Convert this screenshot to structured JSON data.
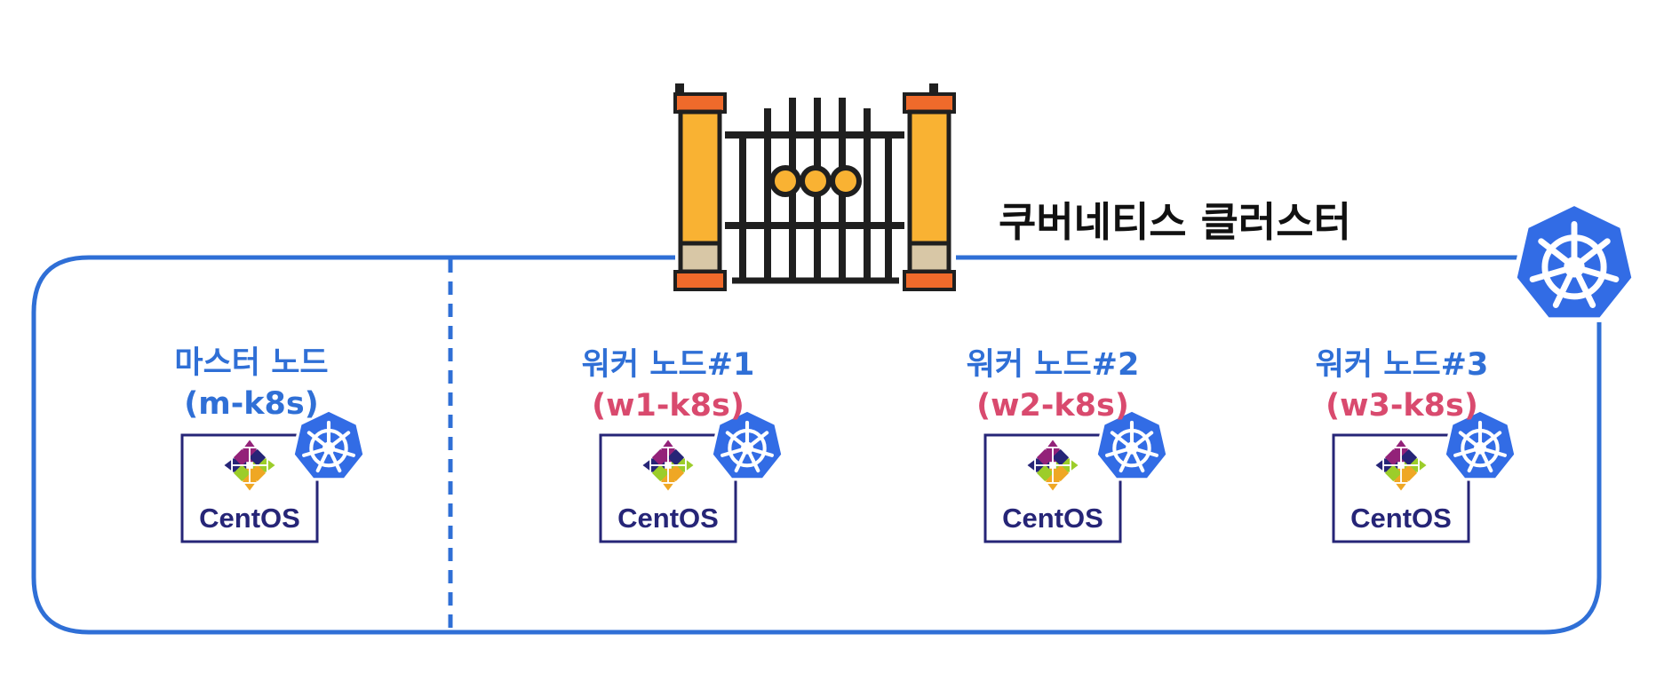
{
  "cluster": {
    "title": "쿠버네티스 클러스터"
  },
  "nodes": [
    {
      "name": "마스터 노드",
      "host": "(m-k8s)",
      "os_logo_text": "CentOS",
      "role": "master"
    },
    {
      "name": "워커 노드#1",
      "host": "(w1-k8s)",
      "os_logo_text": "CentOS",
      "role": "worker"
    },
    {
      "name": "워커 노드#2",
      "host": "(w2-k8s)",
      "os_logo_text": "CentOS",
      "role": "worker"
    },
    {
      "name": "워커 노드#3",
      "host": "(w3-k8s)",
      "os_logo_text": "CentOS",
      "role": "worker"
    }
  ],
  "icons": {
    "gate": "gate-icon",
    "kubernetes": "kubernetes-helm-icon",
    "centos": "centos-logo"
  },
  "colors": {
    "border_blue": "#2f6fd6",
    "kubernetes_blue": "#326ce5",
    "master_host": "#2f6fd6",
    "worker_host": "#d94a6e",
    "gate_pillar": "#f9b233",
    "gate_accent": "#ef6a2b",
    "gate_iron": "#1f1f1f",
    "centos_navy": "#262577"
  }
}
